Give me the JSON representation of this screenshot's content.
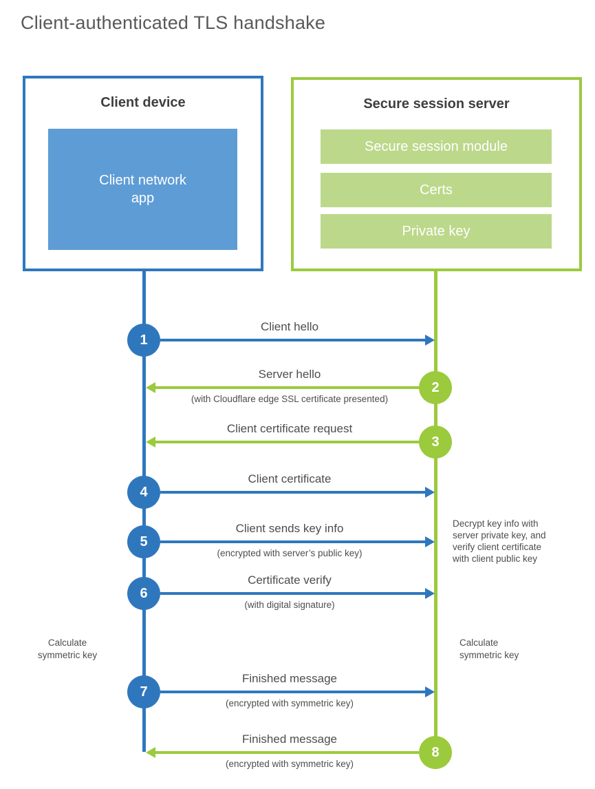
{
  "page": {
    "title": "Client-authenticated TLS handshake"
  },
  "colors": {
    "client_blue": "#2f77bd",
    "client_fill_blue": "#5e9cd5",
    "server_green": "#9bca3d",
    "server_fill_green": "#bcd88a",
    "heading_text": "#3f3f3f",
    "label_text": "#4d4d4d",
    "title_text": "#58595b"
  },
  "client_box": {
    "title": "Client device",
    "app_label": "Client network app"
  },
  "server_box": {
    "title": "Secure session server",
    "modules": [
      "Secure session module",
      "Certs",
      "Private key"
    ]
  },
  "steps": [
    {
      "num": "1",
      "from": "client",
      "to": "server",
      "label": "Client hello",
      "sublabel": ""
    },
    {
      "num": "2",
      "from": "server",
      "to": "client",
      "label": "Server hello",
      "sublabel": "(with Cloudflare edge SSL certificate presented)"
    },
    {
      "num": "3",
      "from": "server",
      "to": "client",
      "label": "Client certificate request",
      "sublabel": ""
    },
    {
      "num": "4",
      "from": "client",
      "to": "server",
      "label": "Client certificate",
      "sublabel": ""
    },
    {
      "num": "5",
      "from": "client",
      "to": "server",
      "label": "Client sends key info",
      "sublabel": "(encrypted with server’s public key)"
    },
    {
      "num": "6",
      "from": "client",
      "to": "server",
      "label": "Certificate verify",
      "sublabel": "(with digital signature)"
    },
    {
      "num": "7",
      "from": "client",
      "to": "server",
      "label": "Finished message",
      "sublabel": "(encrypted with symmetric key)"
    },
    {
      "num": "8",
      "from": "server",
      "to": "client",
      "label": "Finished message",
      "sublabel": "(encrypted with symmetric key)"
    }
  ],
  "side_notes": {
    "decrypt_note": "Decrypt key info with server private key, and verify client certificate with client public key",
    "client_calculate": "Calculate symmetric key",
    "server_calculate": "Calculate symmetric key"
  }
}
